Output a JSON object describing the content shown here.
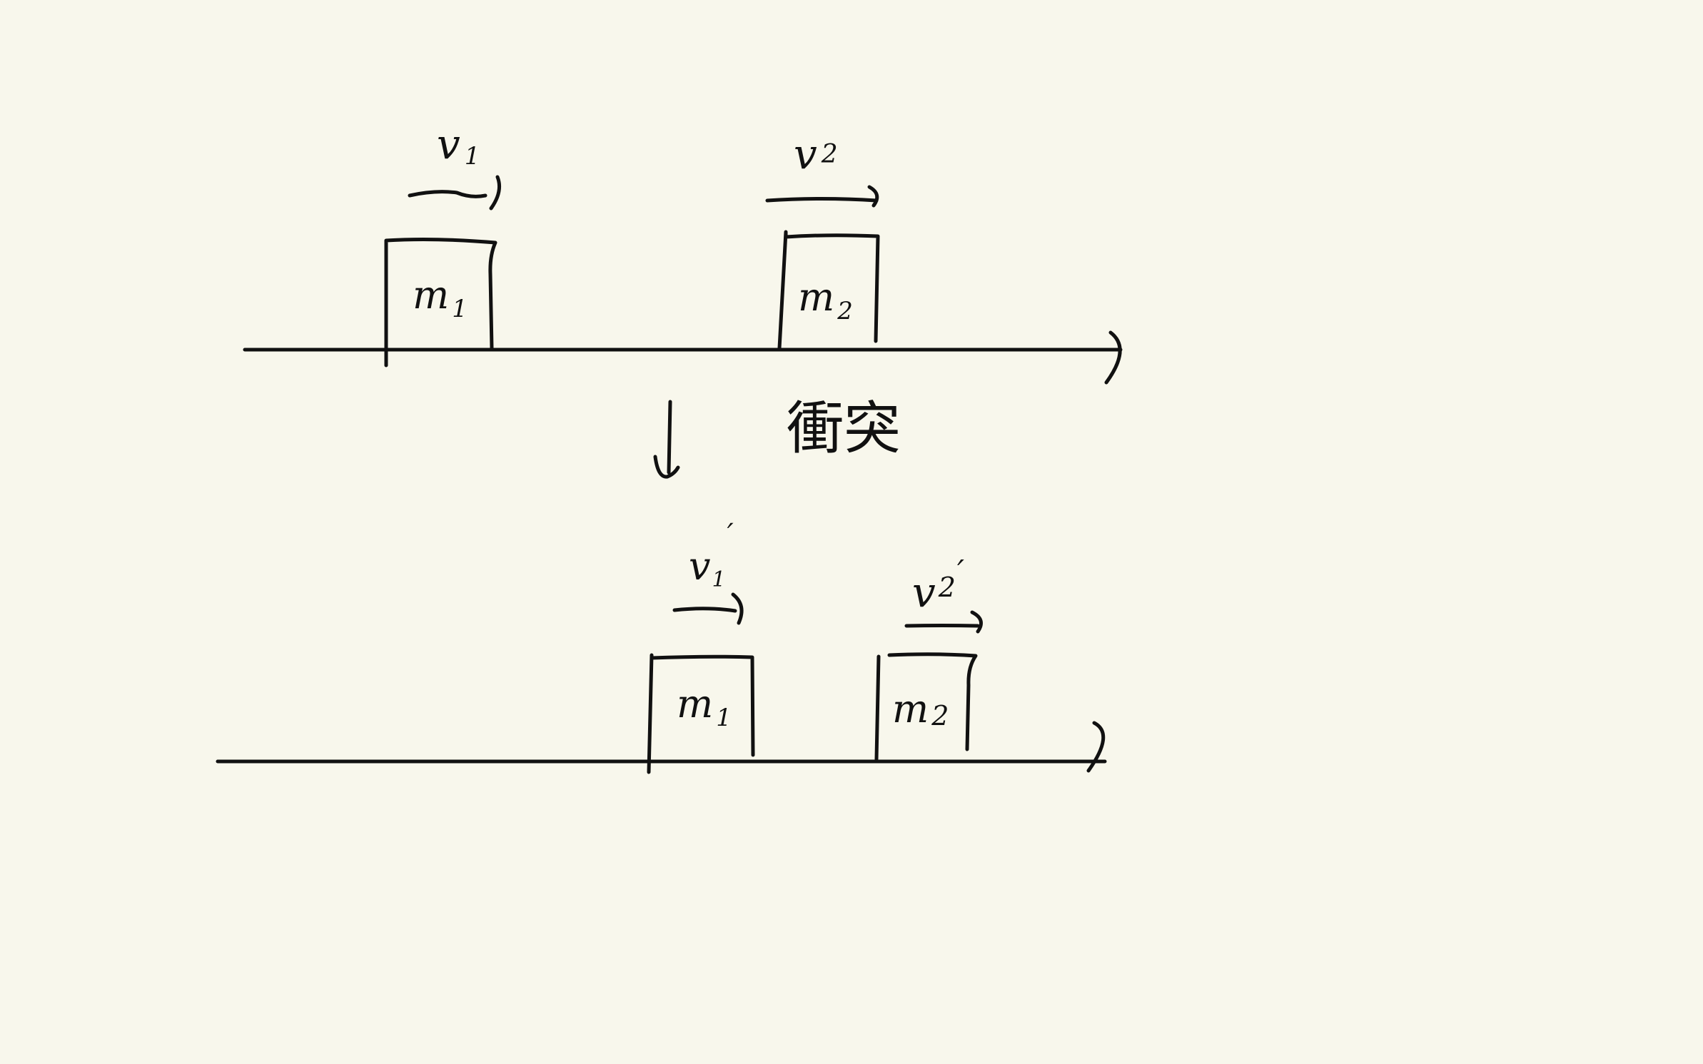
{
  "background_color": "#f8f7ec",
  "ink_color": "#111111",
  "before": {
    "block1_label": "m",
    "block1_sub": "1",
    "block2_label": "m",
    "block2_sub": "2",
    "velocity1_label": "v",
    "velocity1_sub": "1",
    "velocity2_label": "v",
    "velocity2_sub": "2"
  },
  "collision_label": "衝突",
  "after": {
    "block1_label": "m",
    "block1_sub": "1",
    "block2_label": "m",
    "block2_sub": "2",
    "velocity1_label": "v",
    "velocity1_sub": "1",
    "velocity1_prime": "′",
    "velocity2_label": "v",
    "velocity2_sub": "2",
    "velocity2_prime": "′"
  }
}
